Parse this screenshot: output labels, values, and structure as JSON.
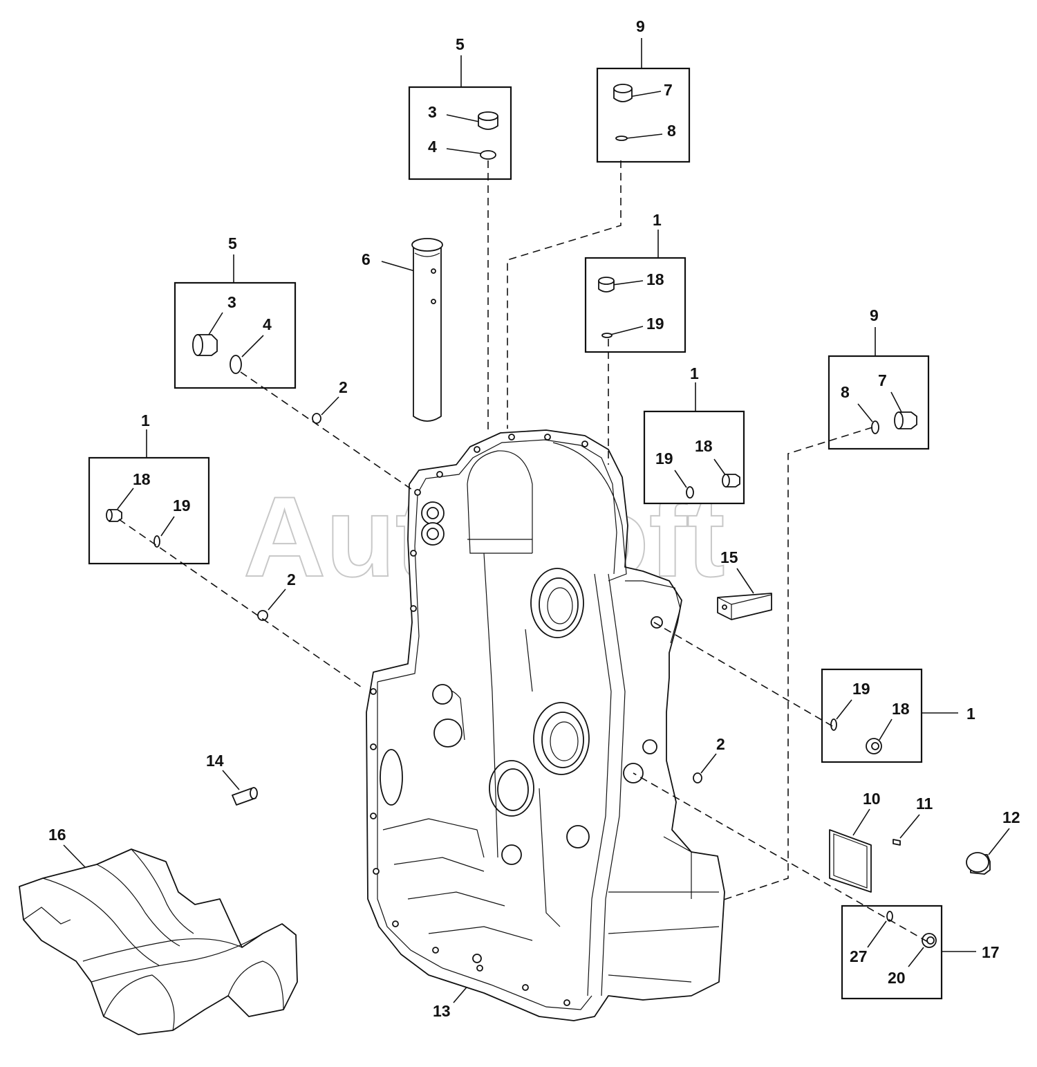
{
  "watermark": "AutoSoft",
  "callouts": {
    "c5_top": "5",
    "c3_top": "3",
    "c4_top": "4",
    "c9_top": "9",
    "c7_top": "7",
    "c8_top": "8",
    "c6": "6",
    "c5_left": "5",
    "c3_left": "3",
    "c4_left": "4",
    "c1_mid": "1",
    "c18_mid": "18",
    "c19_mid": "19",
    "c9_right": "9",
    "c8_right": "8",
    "c7_right": "7",
    "c2_a": "2",
    "c1_right_up": "1",
    "c19_ru": "19",
    "c18_ru": "18",
    "c1_left": "1",
    "c18_left": "18",
    "c19_left": "19",
    "c2_b": "2",
    "c15": "15",
    "c19_rl": "19",
    "c18_rl": "18",
    "c1_rl": "1",
    "c14": "14",
    "c2_c": "2",
    "c10": "10",
    "c11": "11",
    "c12": "12",
    "c16": "16",
    "c27": "27",
    "c20": "20",
    "c17": "17",
    "c13": "13"
  }
}
